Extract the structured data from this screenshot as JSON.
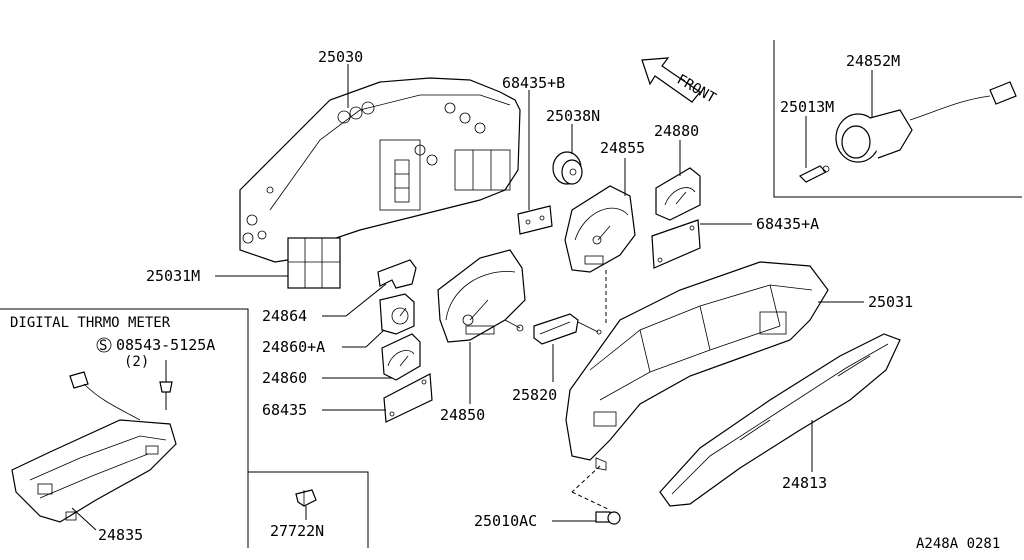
{
  "diagram": {
    "reference_code": "A248A 0281",
    "front_label": "FRONT",
    "inset_title": "DIGITAL THRMO METER",
    "screw_symbol": "S",
    "screw_part": "08543-5125A",
    "screw_qty": "(2)",
    "parts": {
      "p25030": "25030",
      "p25031M": "25031M",
      "p68435B": "68435+B",
      "p25038N": "25038N",
      "p24855": "24855",
      "p24880": "24880",
      "p68435A": "68435+A",
      "p24864": "24864",
      "p24860A": "24860+A",
      "p24860": "24860",
      "p68435": "68435",
      "p24850": "24850",
      "p25820": "25820",
      "p25031": "25031",
      "p24813": "24813",
      "p25010AC": "25010AC",
      "p24852M": "24852M",
      "p25013M": "25013M",
      "p24835": "24835",
      "p27722N": "27722N"
    }
  }
}
